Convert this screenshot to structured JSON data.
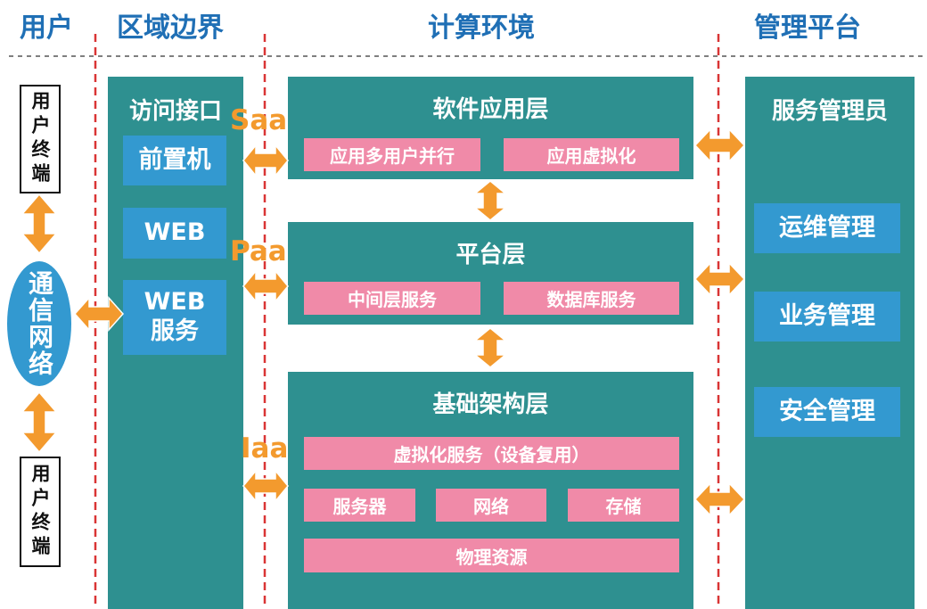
{
  "headers": {
    "user": "用户",
    "boundary": "区域边界",
    "compute": "计算环境",
    "mgmt": "管理平台"
  },
  "user_column": {
    "terminal_top": "用户终端",
    "network": "通信网络",
    "terminal_bottom": "用户终端"
  },
  "boundary_panel": {
    "title": "访问接口",
    "boxes": [
      "前置机",
      "WEB",
      "WEB服务"
    ]
  },
  "layer_labels": {
    "saas": "SaaS",
    "paas": "PaaS",
    "iaas": "IaaS"
  },
  "software_layer": {
    "title": "软件应用层",
    "items": [
      "应用多用户并行",
      "应用虚拟化"
    ]
  },
  "platform_layer": {
    "title": "平台层",
    "items": [
      "中间层服务",
      "数据库服务"
    ]
  },
  "infra_layer": {
    "title": "基础架构层",
    "virtualization": "虚拟化服务（设备复用）",
    "items": [
      "服务器",
      "网络",
      "存储"
    ],
    "physical": "物理资源"
  },
  "mgmt_panel": {
    "title": "服务管理员",
    "boxes": [
      "运维管理",
      "业务管理",
      "安全管理"
    ]
  },
  "colors": {
    "teal": "#2e9090",
    "blue": "#3399d0",
    "pink": "#f08aa8",
    "orange": "#f39a2e",
    "header_blue": "#1f6fb5",
    "divider_red": "#d93535"
  }
}
